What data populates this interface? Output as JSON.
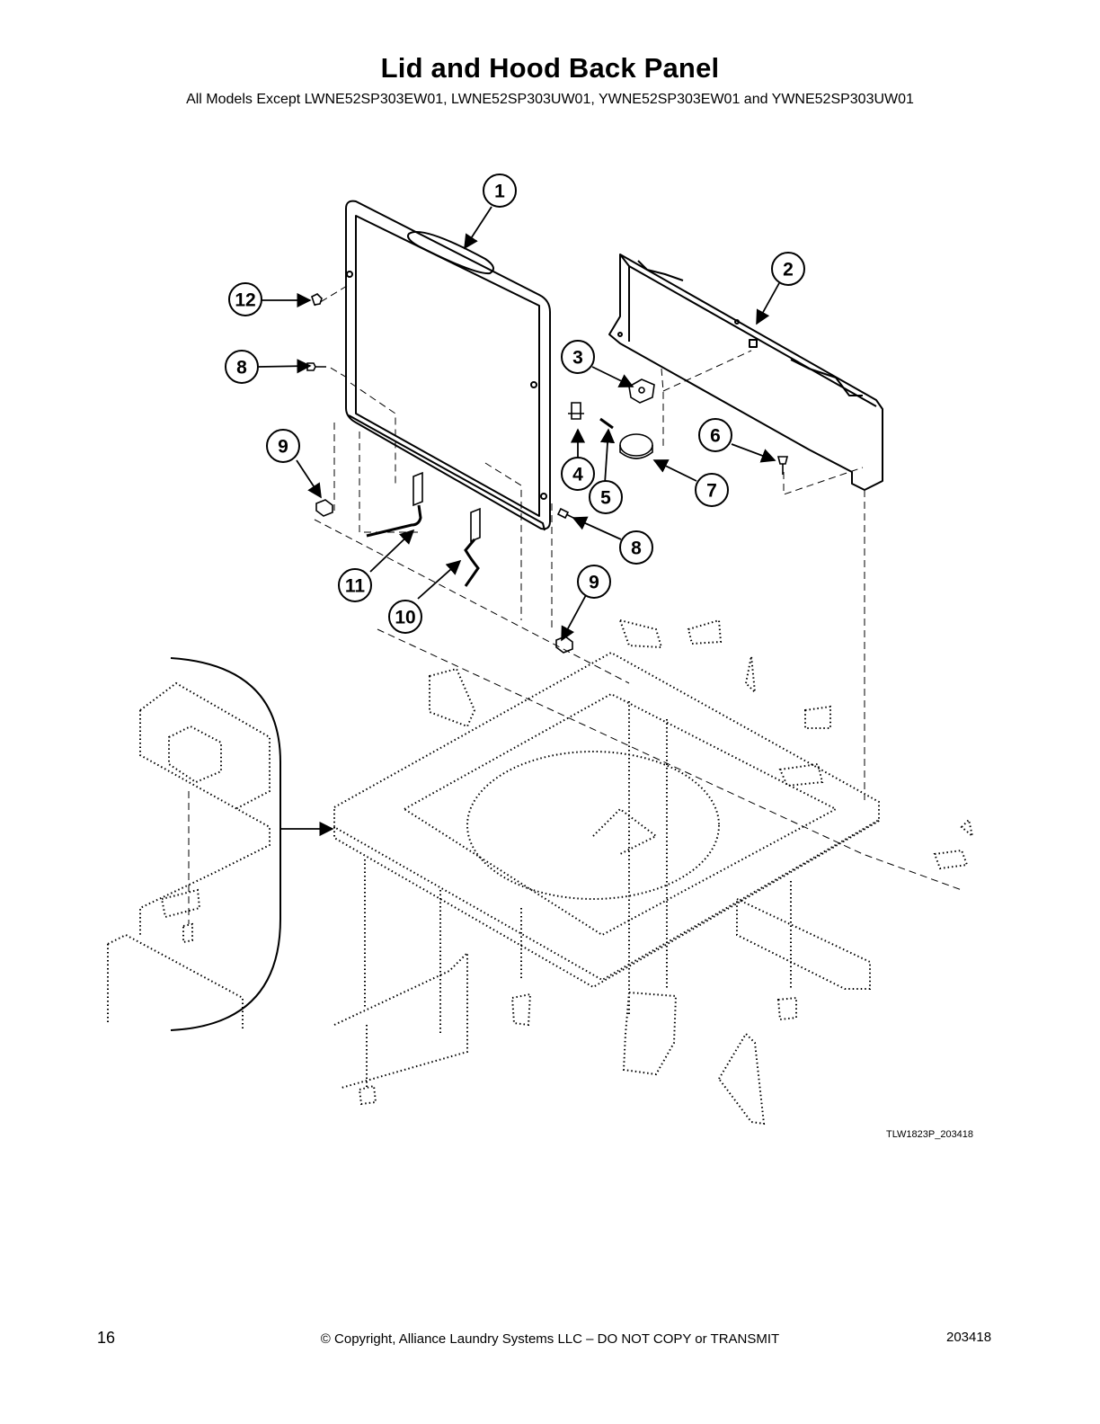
{
  "header": {
    "title": "Lid and Hood Back Panel",
    "subtitle": "All Models Except LWNE52SP303EW01, LWNE52SP303UW01, YWNE52SP303EW01 and YWNE52SP303UW01"
  },
  "diagram": {
    "figure_code": "TLW1823P_203418",
    "callouts": [
      {
        "id": "c1",
        "label": "1"
      },
      {
        "id": "c2",
        "label": "2"
      },
      {
        "id": "c3",
        "label": "3"
      },
      {
        "id": "c4",
        "label": "4"
      },
      {
        "id": "c5",
        "label": "5"
      },
      {
        "id": "c6",
        "label": "6"
      },
      {
        "id": "c7",
        "label": "7"
      },
      {
        "id": "c8a",
        "label": "8"
      },
      {
        "id": "c8b",
        "label": "8"
      },
      {
        "id": "c9a",
        "label": "9"
      },
      {
        "id": "c9b",
        "label": "9"
      },
      {
        "id": "c10",
        "label": "10"
      },
      {
        "id": "c11",
        "label": "11"
      },
      {
        "id": "c12",
        "label": "12"
      }
    ]
  },
  "footer": {
    "page_number": "16",
    "copyright": "© Copyright, Alliance Laundry Systems LLC – DO NOT COPY or TRANSMIT",
    "document_number": "203418"
  }
}
